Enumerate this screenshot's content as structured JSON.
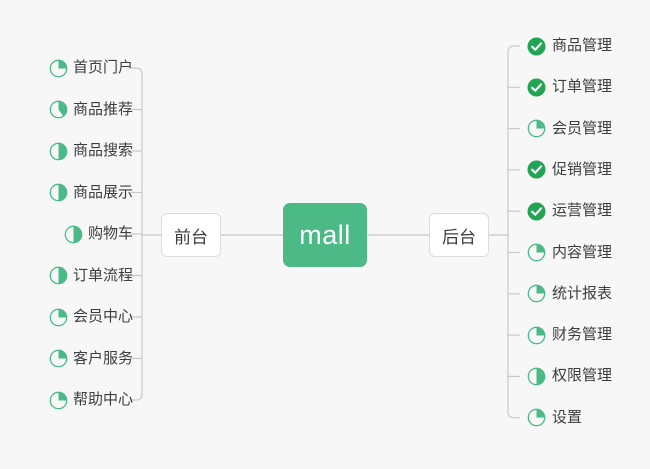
{
  "diagram": {
    "type": "mind-map",
    "title": "mall",
    "background_color": "#f7f7f7",
    "accent_green": "#4cba87",
    "done_green": "#22a455",
    "line_color": "#c9c9c9",
    "text_color": "#3d3d3d"
  },
  "center": {
    "label": "mall"
  },
  "branches": [
    {
      "id": "frontend",
      "label": "前台",
      "side": "left",
      "items": [
        {
          "label": "首页门户",
          "icon": "pie-progress-icon",
          "status": "in-progress",
          "progress": 25
        },
        {
          "label": "商品推荐",
          "icon": "pie-progress-icon",
          "status": "in-progress",
          "progress": 40
        },
        {
          "label": "商品搜索",
          "icon": "pie-progress-icon",
          "status": "in-progress",
          "progress": 50
        },
        {
          "label": "商品展示",
          "icon": "pie-progress-icon",
          "status": "in-progress",
          "progress": 50
        },
        {
          "label": "购物车",
          "icon": "pie-progress-icon",
          "status": "in-progress",
          "progress": 50
        },
        {
          "label": "订单流程",
          "icon": "pie-progress-icon",
          "status": "in-progress",
          "progress": 50
        },
        {
          "label": "会员中心",
          "icon": "pie-progress-icon",
          "status": "in-progress",
          "progress": 25
        },
        {
          "label": "客户服务",
          "icon": "pie-progress-icon",
          "status": "in-progress",
          "progress": 25
        },
        {
          "label": "帮助中心",
          "icon": "pie-progress-icon",
          "status": "in-progress",
          "progress": 25
        }
      ]
    },
    {
      "id": "backend",
      "label": "后台",
      "side": "right",
      "items": [
        {
          "label": "商品管理",
          "icon": "check-circle-icon",
          "status": "done",
          "progress": 100
        },
        {
          "label": "订单管理",
          "icon": "check-circle-icon",
          "status": "done",
          "progress": 100
        },
        {
          "label": "会员管理",
          "icon": "pie-progress-icon",
          "status": "in-progress",
          "progress": 25
        },
        {
          "label": "促销管理",
          "icon": "check-circle-icon",
          "status": "done",
          "progress": 100
        },
        {
          "label": "运营管理",
          "icon": "check-circle-icon",
          "status": "done",
          "progress": 100
        },
        {
          "label": "内容管理",
          "icon": "pie-progress-icon",
          "status": "in-progress",
          "progress": 25
        },
        {
          "label": "统计报表",
          "icon": "pie-progress-icon",
          "status": "in-progress",
          "progress": 25
        },
        {
          "label": "财务管理",
          "icon": "pie-progress-icon",
          "status": "in-progress",
          "progress": 25
        },
        {
          "label": "权限管理",
          "icon": "pie-progress-icon",
          "status": "in-progress",
          "progress": 50
        },
        {
          "label": "设置",
          "icon": "pie-progress-icon",
          "status": "in-progress",
          "progress": 25
        }
      ]
    }
  ]
}
